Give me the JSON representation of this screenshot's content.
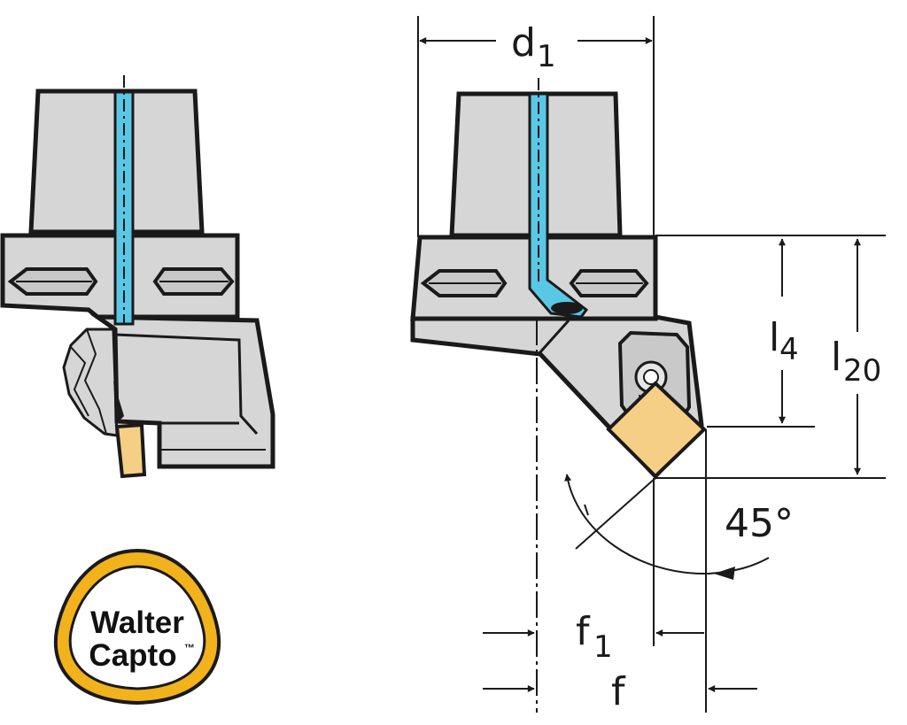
{
  "labels": {
    "d": "d",
    "d_sub": "1",
    "l4": "l",
    "l4_sub": "4",
    "l20": "l",
    "l20_sub": "20",
    "angle": "45°",
    "f1": "f",
    "f1_sub": "1",
    "f": "f"
  },
  "logo": {
    "line1": "Walter",
    "line2": "Capto",
    "mark": "™"
  },
  "colors": {
    "body": "#d6d6d6",
    "shade": "#bdbdbd",
    "outline": "#1a1a1a",
    "coolant": "#58c8e6",
    "insert": "#f5cf85",
    "logo_ring": "#f2b21b"
  }
}
